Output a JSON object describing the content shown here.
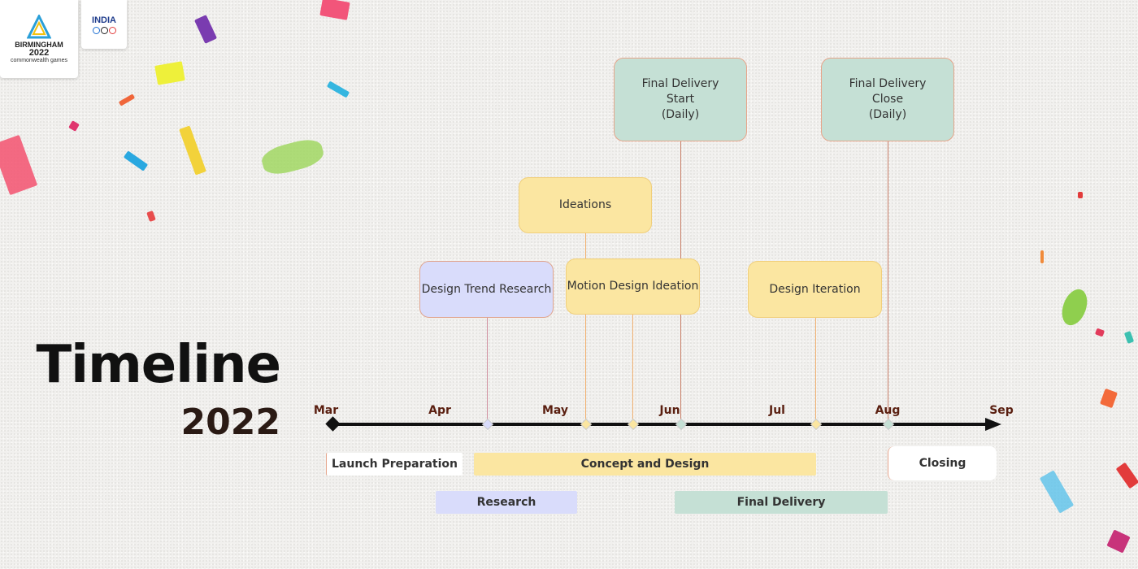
{
  "logos": {
    "birmingham": {
      "line1": "BIRMINGHAM",
      "line2": "2022",
      "line3": "commonwealth games"
    },
    "india": {
      "label": "INDIA"
    }
  },
  "title": {
    "main": "Timeline",
    "year": "2022"
  },
  "axis": {
    "months": [
      "Mar",
      "Apr",
      "May",
      "Jun",
      "Jul",
      "Aug",
      "Sep"
    ]
  },
  "milestones": [
    {
      "label": "Final Delivery\nStart\n(Daily)",
      "month": "Jun"
    },
    {
      "label": "Final Delivery\nClose\n(Daily)",
      "month": "Aug"
    },
    {
      "label": "Ideations",
      "month": "May"
    },
    {
      "label": "Design Trend Research",
      "month": "Apr"
    },
    {
      "label": "Motion Design Ideation",
      "month": "May"
    },
    {
      "label": "Design Iteration",
      "month": "Jul"
    }
  ],
  "phases": [
    {
      "label": "Launch Preparation"
    },
    {
      "label": "Concept and Design"
    },
    {
      "label": "Closing"
    },
    {
      "label": "Research"
    },
    {
      "label": "Final Delivery"
    }
  ],
  "colors": {
    "delivery": "#c5e0d5",
    "concept": "#fbe6a1",
    "research": "#d9dcfb",
    "axis": "#111111",
    "month_text": "#5a1f10"
  }
}
